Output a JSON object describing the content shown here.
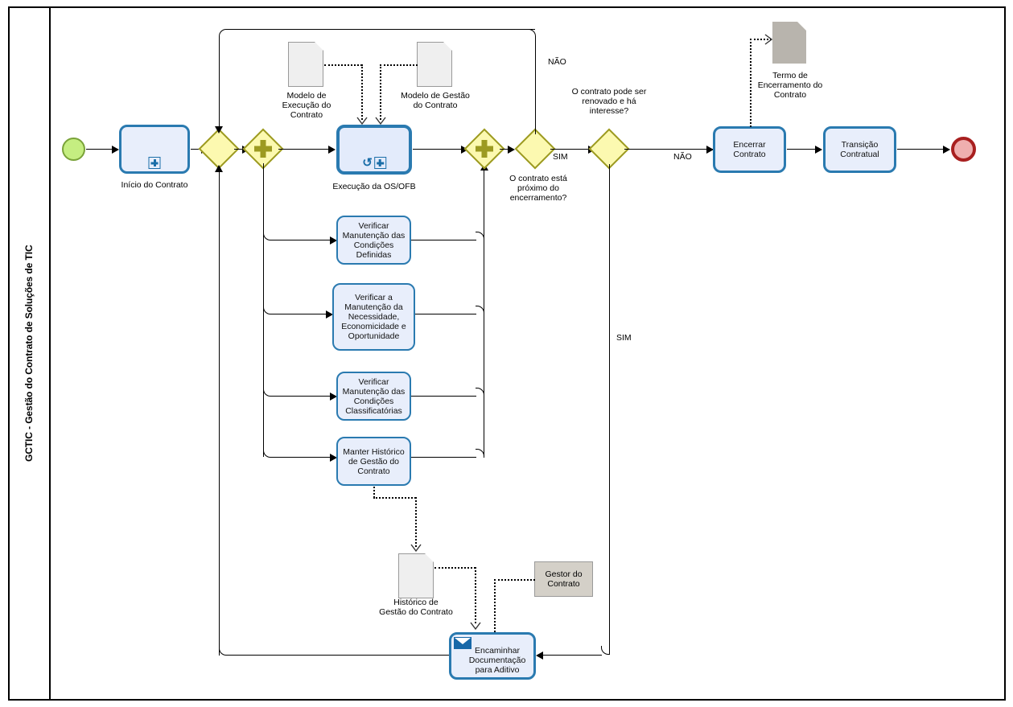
{
  "diagram": {
    "type": "bpmn-process",
    "lane_title": "GCTIC - Gestão do Contrato de Soluções de TIC",
    "colors": {
      "task_fill": "#e8eefb",
      "task_stroke": "#2a7ab0",
      "gateway_fill": "#fcf9b0",
      "gateway_stroke": "#9c9a21",
      "start_fill": "#c5ee81",
      "start_stroke": "#7aa339",
      "end_fill": "#efafaf",
      "end_stroke": "#a81f1f",
      "document_fill": "#efefef",
      "document_dark_fill": "#b8b4ad",
      "annotation_fill": "#d4d0c8"
    }
  },
  "events": {
    "start": {
      "name": "start-event"
    },
    "end": {
      "name": "end-event"
    }
  },
  "tasks": {
    "inicio_contrato": {
      "label": "Início do Contrato",
      "marker": "sub-process"
    },
    "execucao_os_ofb": {
      "label": "Execução da OS/OFB",
      "markers": "loop + sub-process"
    },
    "verificar_condicoes_definidas": {
      "label": "Verificar Manutenção das Condições Definidas"
    },
    "verificar_necessidade": {
      "label": "Verificar a Manutenção da Necessidade, Economicidade e Oportunidade"
    },
    "verificar_classificatorias": {
      "label": "Verificar Manutenção das Condições Classificatórias"
    },
    "manter_historico": {
      "label": "Manter Histórico de Gestão do Contrato"
    },
    "encaminhar_documentacao": {
      "label": "Encaminhar Documentação para Aditivo",
      "marker": "message"
    },
    "encerrar_contrato": {
      "label": "Encerrar Contrato"
    },
    "transicao_contratual": {
      "label": "Transição Contratual"
    }
  },
  "gateways": {
    "gw_merge_1": {
      "label": "",
      "kind": "exclusive"
    },
    "gw_split_parallel": {
      "label": "",
      "kind": "parallel"
    },
    "gw_join_parallel": {
      "label": "",
      "kind": "parallel"
    },
    "gw_proximo_encerramento": {
      "label": "O contrato está próximo do encerramento?",
      "kind": "exclusive"
    },
    "gw_renovacao": {
      "label": "O contrato pode ser renovado e há interesse?",
      "kind": "exclusive"
    }
  },
  "flow_labels": {
    "nao_top": "NÃO",
    "sim_encerramento": "SIM",
    "sim_renovacao": "SIM",
    "nao_renovacao": "NÃO"
  },
  "data_objects": {
    "modelo_execucao": {
      "label": "Modelo de Execução do Contrato"
    },
    "modelo_gestao": {
      "label": "Modelo de Gestão do Contrato"
    },
    "historico_gestao": {
      "label": "Histórico de Gestão do Contrato"
    },
    "termo_encerramento": {
      "label": "Termo de Encerramento do Contrato"
    }
  },
  "annotations": {
    "gestor_contrato": {
      "label": "Gestor do Contrato"
    }
  }
}
